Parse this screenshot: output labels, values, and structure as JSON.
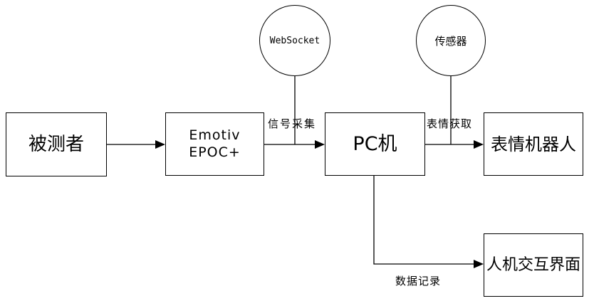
{
  "nodes": {
    "subject": "被测者",
    "emotiv_line1": "Emotiv",
    "emotiv_line2": "EPOC+",
    "pc": "PC机",
    "robot": "表情机器人",
    "hci": "人机交互界面",
    "websocket": "WebSocket",
    "sensor": "传感器"
  },
  "edge_labels": {
    "signal_acquisition": "信号采集",
    "expression_acquisition": "表情获取",
    "data_recording": "数据记录"
  }
}
